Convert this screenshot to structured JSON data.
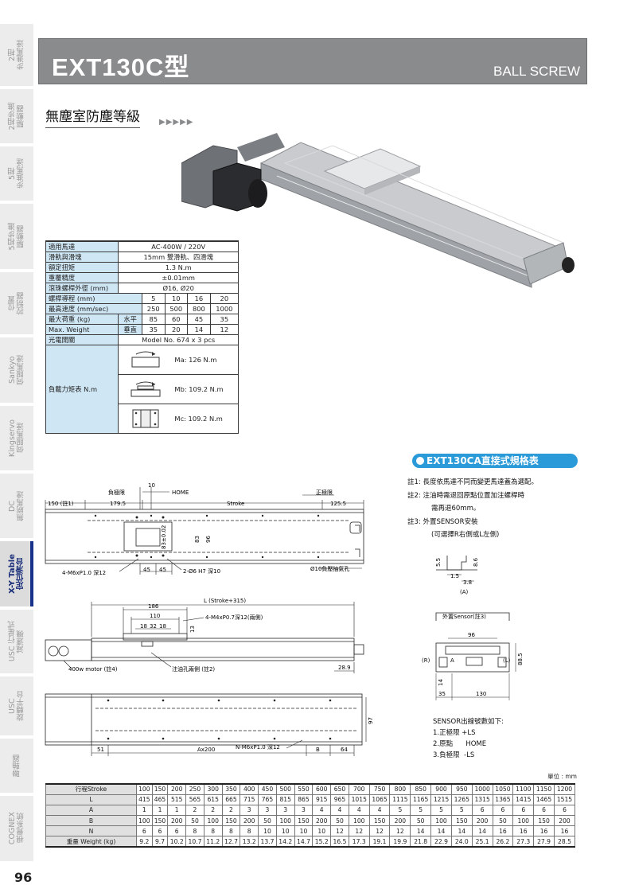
{
  "side_tabs": [
    {
      "label": "2相\n步進馬達",
      "active": false
    },
    {
      "label": "2相步進\n驅動器",
      "active": false
    },
    {
      "label": "5相\n步進馬達",
      "active": false
    },
    {
      "label": "5相步進\n驅動器",
      "active": false
    },
    {
      "label": "位置\n控制器",
      "active": false
    },
    {
      "label": "Sankyo\n伺服馬達",
      "active": false
    },
    {
      "label": "Kingservo\n伺服馬達",
      "active": false
    },
    {
      "label": "DC\n無刷馬達",
      "active": false
    },
    {
      "label": "X-Y Table\n定位滑台",
      "active": true
    },
    {
      "label": "USC 行星式\n減速機",
      "active": false
    },
    {
      "label": "USC\n旋轉平台",
      "active": false
    },
    {
      "label": "聯軸器",
      "active": false
    },
    {
      "label": "COGNEX\n視覺系統",
      "active": false
    }
  ],
  "header": {
    "title": "EXT130C型",
    "subtitle": "BALL SCREW"
  },
  "section": {
    "title": "無塵室防塵等級",
    "arrows": "▶▶▶▶▶"
  },
  "spec": {
    "motor": {
      "label": "適用馬達",
      "value": "AC-400W / 220V"
    },
    "rail": {
      "label": "滑軌與滑塊",
      "value": "15mm 雙滑軌、四滑塊"
    },
    "torque": {
      "label": "額定扭矩",
      "value": "1.3 N.m"
    },
    "accuracy": {
      "label": "重覆精度",
      "value": "±0.01mm"
    },
    "screw_dia": {
      "label": "滾珠螺桿外徑 (mm)",
      "value": "Ø16, Ø20"
    },
    "lead": {
      "label": "螺桿導程 (mm)",
      "values": [
        "5",
        "10",
        "16",
        "20"
      ]
    },
    "speed": {
      "label": "最高速度 (mm/sec)",
      "values": [
        "250",
        "500",
        "800",
        "1000"
      ]
    },
    "weight_label": "最大荷重 (kg)",
    "weight_label2": "Max. Weight",
    "horizontal": {
      "label": "水平",
      "values": [
        "85",
        "60",
        "45",
        "35"
      ]
    },
    "vertical": {
      "label": "垂直",
      "values": [
        "35",
        "20",
        "14",
        "12"
      ]
    },
    "sensor": {
      "label": "光電開關",
      "value": "Model No. 674 x 3 pcs"
    },
    "moment": {
      "label": "負載力矩表 N.m",
      "ma": "Ma: 126 N.m",
      "mb": "Mb: 109.2 N.m",
      "mc": "Mc: 109.2 N.m"
    }
  },
  "ca_spec": {
    "title": "EXT130CA直接式規格表",
    "notes": [
      "註1: 長度依馬達不同而變更馬達蓋為選配。",
      "註2: 注油時需退回原點位置加注螺桿時",
      "需再退60mm。",
      "註3: 外置SENSOR安裝",
      "(可選擇R右側或L左側)"
    ]
  },
  "drawing": {
    "load_limit": "負極限",
    "home": "HOME",
    "pos_limit": "正極限",
    "d10": "10",
    "d150": "150 (註1)",
    "d179": "179.5",
    "stroke": "Stroke",
    "d125": "125.5",
    "m6": "4-M6xP1.0 深12",
    "d45a": "45",
    "d45b": "45",
    "pin": "2-Ø6 H7 深10",
    "vent": "Ø10負壓抽氣孔",
    "d83": "83±0.02",
    "d83b": "83",
    "d96": "96",
    "L": "L (Stroke+315)",
    "d186": "186",
    "d110": "110",
    "d18a": "18",
    "d32": "32",
    "d18b": "18",
    "d13": "13",
    "m4": "4-M4xP0.7深12(兩側)",
    "motor": "400w motor (註4)",
    "oil": "注油孔兩側 (註2)",
    "d289": "28.9",
    "d51": "51",
    "ax200": "Ax200",
    "nm6": "N-M6xP1.0 深12",
    "B": "B",
    "d64": "64",
    "d97": "97",
    "a_55": "5.5",
    "a_15": "1.5",
    "a_38": "3.8",
    "a_86": "8.6",
    "a_cap": "(A)",
    "ext_sensor": "外置Sensor(註3)",
    "s96": "96",
    "R": "(R)",
    "A": "A",
    "Lside": "(L)",
    "s885": "88.5",
    "s14": "14",
    "s35": "35",
    "s130": "130"
  },
  "sensor_signals": {
    "title": "SENSOR出線號數如下:",
    "items": [
      "1.正極限 +LS",
      "2.原點      HOME",
      "3.負極限  -LS"
    ]
  },
  "dims_table": {
    "unit": "單位 : mm",
    "rows": [
      {
        "label": "行程Stroke",
        "values": [
          "100",
          "150",
          "200",
          "250",
          "300",
          "350",
          "400",
          "450",
          "500",
          "550",
          "600",
          "650",
          "700",
          "750",
          "800",
          "850",
          "900",
          "950",
          "1000",
          "1050",
          "1100",
          "1150",
          "1200"
        ]
      },
      {
        "label": "L",
        "values": [
          "415",
          "465",
          "515",
          "565",
          "615",
          "665",
          "715",
          "765",
          "815",
          "865",
          "915",
          "965",
          "1015",
          "1065",
          "1115",
          "1165",
          "1215",
          "1265",
          "1315",
          "1365",
          "1415",
          "1465",
          "1515"
        ]
      },
      {
        "label": "A",
        "values": [
          "1",
          "1",
          "1",
          "2",
          "2",
          "2",
          "3",
          "3",
          "3",
          "3",
          "4",
          "4",
          "4",
          "4",
          "5",
          "5",
          "5",
          "5",
          "6",
          "6",
          "6",
          "6",
          "6"
        ]
      },
      {
        "label": "B",
        "values": [
          "100",
          "150",
          "200",
          "50",
          "100",
          "150",
          "200",
          "50",
          "100",
          "150",
          "200",
          "50",
          "100",
          "150",
          "200",
          "50",
          "100",
          "150",
          "200",
          "50",
          "100",
          "150",
          "200"
        ]
      },
      {
        "label": "N",
        "values": [
          "6",
          "6",
          "6",
          "8",
          "8",
          "8",
          "8",
          "10",
          "10",
          "10",
          "10",
          "12",
          "12",
          "12",
          "12",
          "14",
          "14",
          "14",
          "14",
          "16",
          "16",
          "16",
          "16"
        ]
      },
      {
        "label": "重量 Weight (kg)",
        "values": [
          "9.2",
          "9.7",
          "10.2",
          "10.7",
          "11.2",
          "12.7",
          "13.2",
          "13.7",
          "14.2",
          "14.7",
          "15.2",
          "16.5",
          "17.3",
          "19.1",
          "19.9",
          "21.8",
          "22.9",
          "24.0",
          "25.1",
          "26.2",
          "27.3",
          "27.9",
          "28.5"
        ]
      }
    ]
  },
  "page_number": "96"
}
